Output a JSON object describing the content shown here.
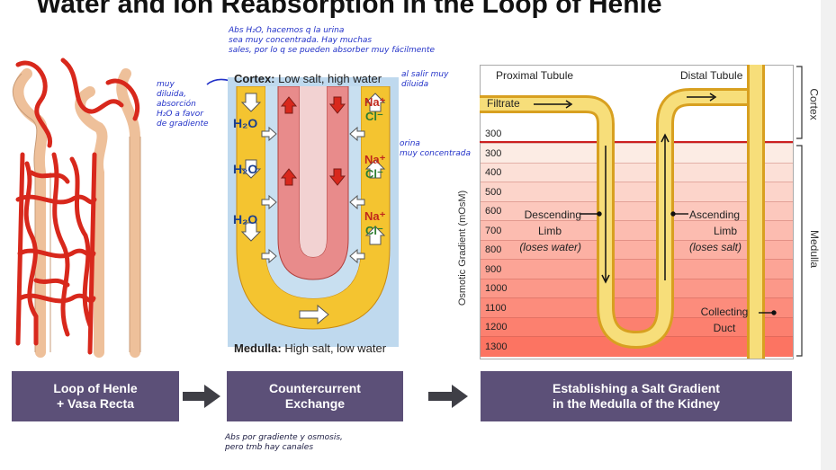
{
  "title": "Water and Ion Reabsorption in the Loop of Henle",
  "notes": {
    "top": "Abs H₂O, hacemos q la urina\nsea   muy concentrada. Hay muchas\nsales, por lo q se pueden absorber muy fácilmente",
    "left": "muy\ndiluida,\nabsorción\nH₂O a favor\nde gradiente",
    "right_top": "al salir muy\ndiluida",
    "right_mid": "orina\nmuy concentrada",
    "bottom": "Abs por gradiente y osmosis,\npero tmb hay canales"
  },
  "middle": {
    "cortex_label": "Cortex:",
    "cortex_text": "Low salt, high water",
    "medulla_label": "Medulla:",
    "medulla_text": "High salt, low water",
    "water": "H₂O",
    "na": "Na⁺",
    "cl": "Cl⁻"
  },
  "right": {
    "proximal": "Proximal Tubule",
    "distal": "Distal Tubule",
    "filtrate": "Filtrate",
    "descending_1": "Descending",
    "descending_2": "Limb",
    "descending_3": "(loses water)",
    "ascending_1": "Ascending",
    "ascending_2": "Limb",
    "ascending_3": "(loses salt)",
    "collecting_1": "Collecting",
    "collecting_2": "Duct",
    "axis_label": "Osmotic Gradient (mOsM)",
    "cortex_side": "Cortex",
    "medulla_side": "Medulla",
    "ticks": [
      "300",
      "300",
      "400",
      "500",
      "600",
      "700",
      "800",
      "900",
      "1000",
      "1100",
      "1200",
      "1300"
    ]
  },
  "captions": {
    "c1_line1": "Loop of Henle",
    "c1_line2": "+ Vasa Recta",
    "c2_line1": "Countercurrent",
    "c2_line2": "Exchange",
    "c3_line1": "Establishing a Salt Gradient",
    "c3_line2": "in the Medulla of the Kidney"
  },
  "colors": {
    "caption_bg": "#5c5078",
    "vessel": "#d8281c",
    "tubule": "#f1c07a",
    "yellow": "#f4c430",
    "note_ink": "#2231c8"
  }
}
